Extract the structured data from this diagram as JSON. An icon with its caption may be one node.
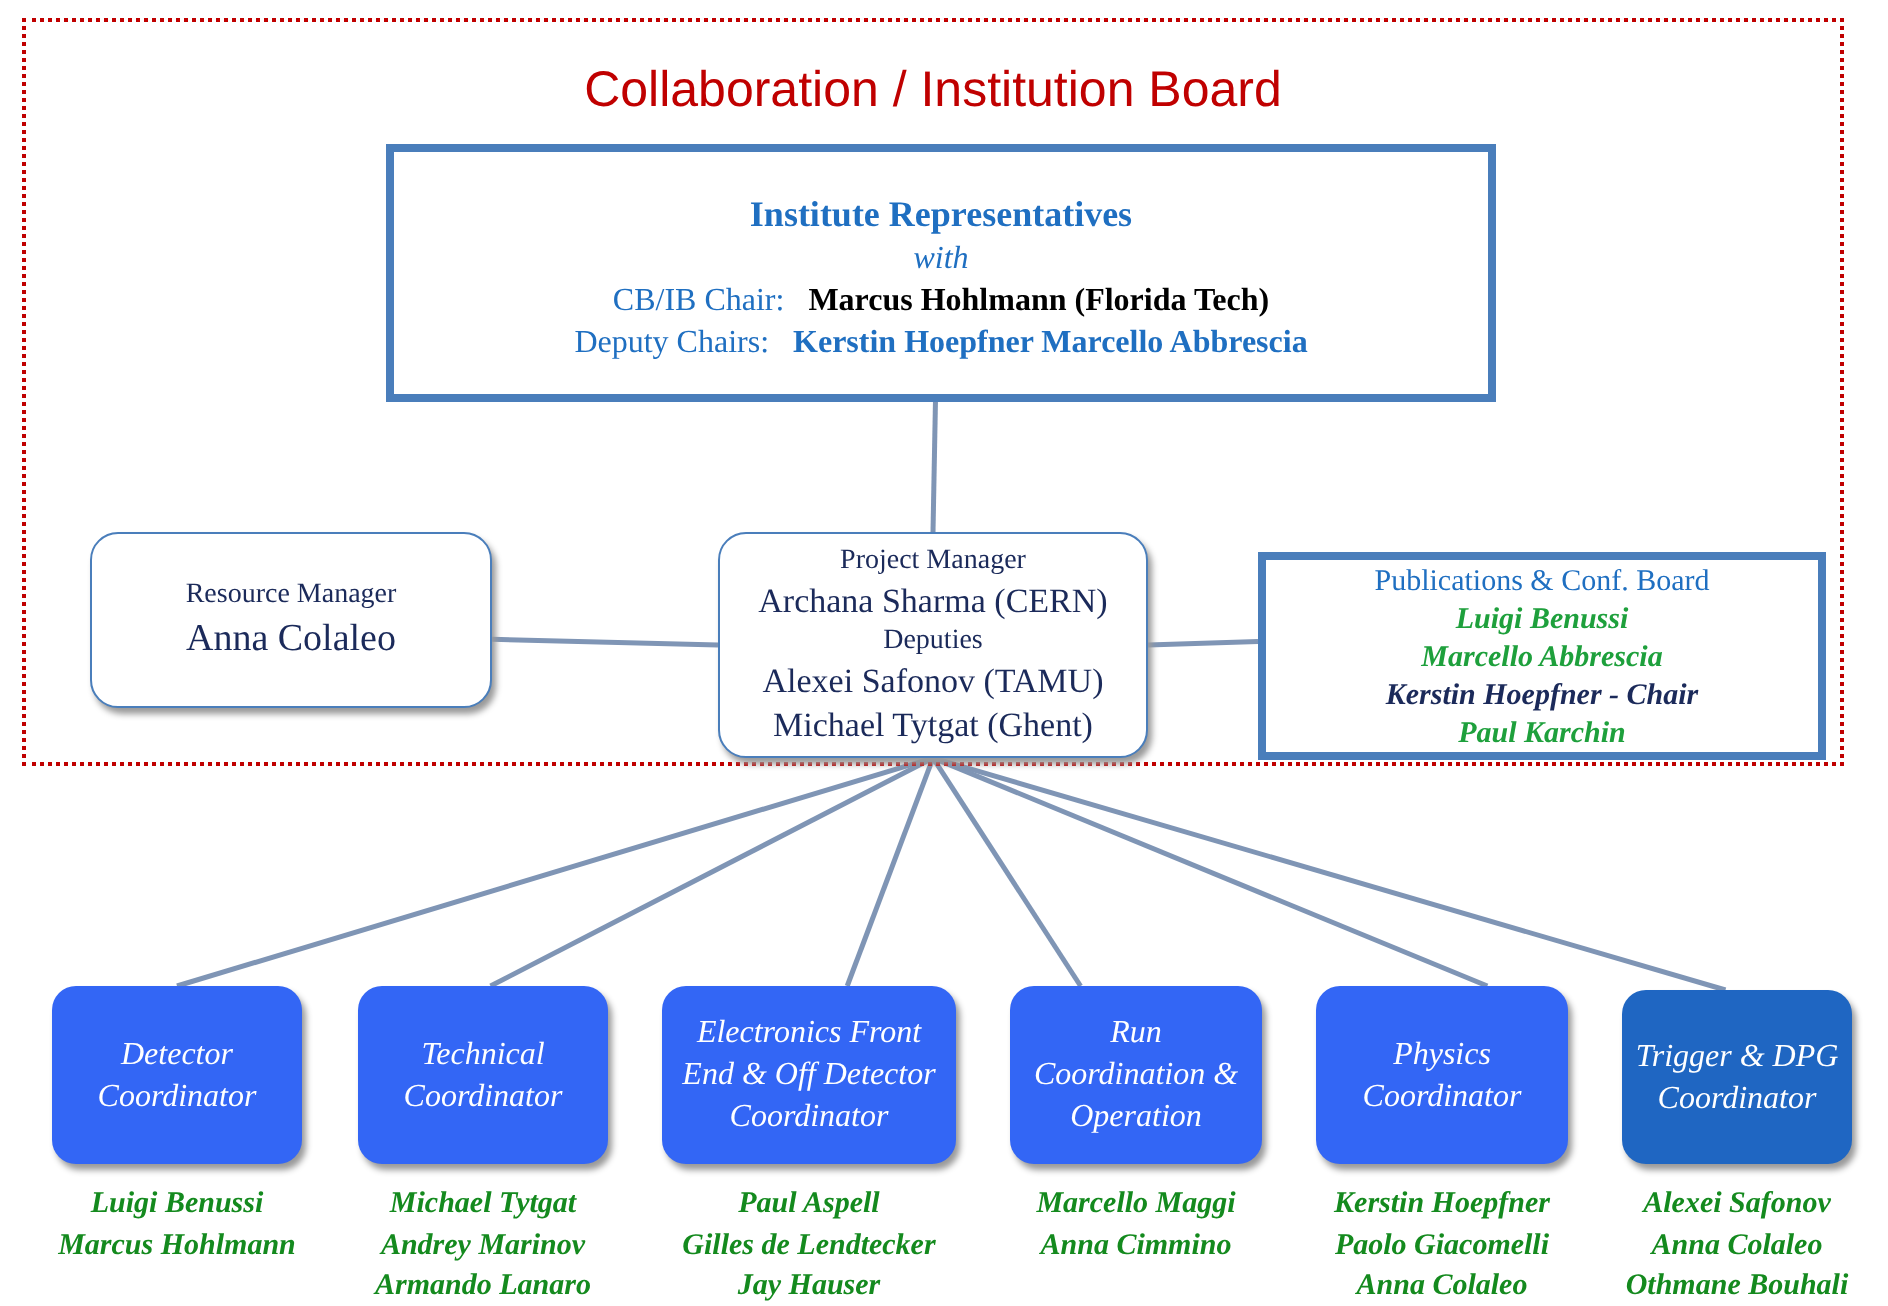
{
  "diagram": {
    "nodes": [
      {
        "text": [
          "Collaboration / Institution Board"
        ]
      },
      {
        "text": [
          "Institute Representatives",
          "with",
          "CB/IB Chair: **Marcus Hohlmann (Florida Tech)**",
          "Deputy Chairs: **Kerstin Hoepfner Marcello Abbrescia**"
        ],
        "in": 0
      },
      {
        "text": [
          "Resource Manager",
          "Anna Colaleo"
        ],
        "in": 0
      },
      {
        "text": [
          "Project Manager",
          "Archana Sharma (CERN)",
          "Deputies",
          "Alexei Safonov (TAMU)",
          "Michael Tytgat (Ghent)"
        ],
        "in": 0
      },
      {
        "text": [
          "Publications & Conf. Board",
          "Luigi Benussi",
          "Marcello Abbrescia",
          "Kerstin Hoepfner - Chair",
          "Paul Karchin"
        ],
        "in": 0
      },
      {
        "text": [
          "Detector Coordinator"
        ],
        "beside": [
          "Luigi Benussi",
          "Marcus Hohlmann"
        ]
      },
      {
        "text": [
          "Technical Coordinator"
        ],
        "beside": [
          "Michael Tytgat",
          "Andrey Marinov",
          "Armando Lanaro"
        ]
      },
      {
        "text": [
          "Electronics Front End & Off Detector Coordinator"
        ],
        "beside": [
          "Paul Aspell",
          "Gilles de Lendtecker",
          "Jay Hauser"
        ]
      },
      {
        "text": [
          "Run Coordination & Operation"
        ],
        "beside": [
          "Marcello Maggi",
          "Anna Cimmino"
        ]
      },
      {
        "text": [
          "Physics Coordinator"
        ],
        "beside": [
          "Kerstin Hoepfner",
          "Paolo Giacomelli",
          "Anna Colaleo"
        ]
      },
      {
        "text": [
          "Trigger & DPG Coordinator"
        ],
        "beside": [
          "Alexei Safonov",
          "Anna Colaleo",
          "Othmane Bouhali"
        ]
      }
    ],
    "edges": [
      {
        "from": 1,
        "to": 3,
        "arrow": "none"
      },
      {
        "from": 2,
        "to": 3,
        "arrow": "none"
      },
      {
        "from": 3,
        "to": 4,
        "arrow": "none"
      },
      {
        "from": 3,
        "to": 5,
        "arrow": "none"
      },
      {
        "from": 3,
        "to": 6,
        "arrow": "none"
      },
      {
        "from": 3,
        "to": 7,
        "arrow": "none"
      },
      {
        "from": 3,
        "to": 8,
        "arrow": "none"
      },
      {
        "from": 3,
        "to": 9,
        "arrow": "none"
      },
      {
        "from": 3,
        "to": 10,
        "arrow": "none"
      }
    ]
  }
}
